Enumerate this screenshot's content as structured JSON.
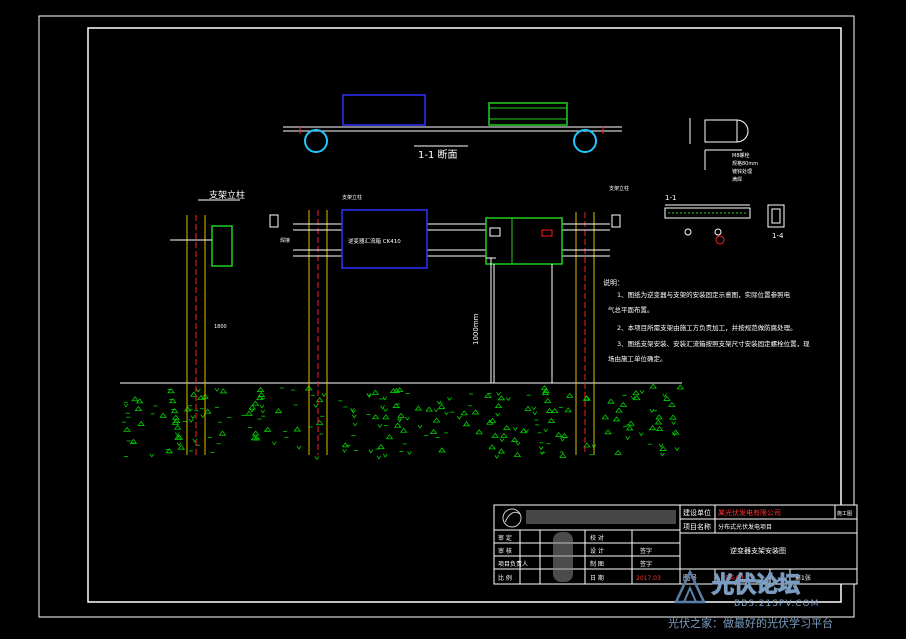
{
  "drawing": {
    "section_title": "1-1 断面",
    "post_label_left": "支架立柱",
    "post_label_mid": "支架立柱",
    "post_label_right": "支架立柱",
    "combiner_box_label": "逆变器汇流箱 CK410",
    "dim_vertical": "1000mm",
    "dim_left": "1800",
    "detail_1_1": "1-1",
    "detail_1_4": "1-4",
    "notes_heading": "说明：",
    "notes": [
      "1、图纸为逆变器与支架的安装固定示意图，实际位置参照电",
      "气总平面布置。",
      "2、本项目所需支架由施工方负责加工，并按规范做防腐处理。",
      "3、图纸支架安装、安装汇流箱按照支架尺寸安装固定螺栓位置，现",
      "场由施工单位确定。"
    ]
  },
  "title_block": {
    "design_unit_label": "建设单位",
    "design_unit_value": "某光伏发电有限公司",
    "stage_label": "施工图",
    "project_label": "项目名称",
    "project_value": "分布式光伏发电项目",
    "drawing_name": "逆变器支架安装图",
    "rows": [
      {
        "role": "审  定",
        "sig": "",
        "role2": "校  对",
        "sig2": ""
      },
      {
        "role": "审  核",
        "sig": "",
        "role2": "设  计",
        "sig2": "签字"
      },
      {
        "role": "项目负责人",
        "sig": "",
        "role2": "制  图",
        "sig2": "签字"
      },
      {
        "role": "比  例",
        "sig": "",
        "role2": "日  期",
        "sig2": "2017.03"
      }
    ],
    "drawing_no_label": "图号",
    "drawing_no_value": "SK-01",
    "sheet_label": "第1张"
  },
  "watermark": {
    "brand": "光伏论坛",
    "url": "BBS.21SPV.COM",
    "slogan": "光伏之家：做最好的光伏学习平台"
  },
  "colors": {
    "frame": "#ffffff",
    "ground": "#00d000",
    "post_red": "#ff2020",
    "post_yellow": "#d8c000",
    "blue": "#2020ff",
    "cyan": "#20c8ff",
    "green_box": "#20d020"
  }
}
